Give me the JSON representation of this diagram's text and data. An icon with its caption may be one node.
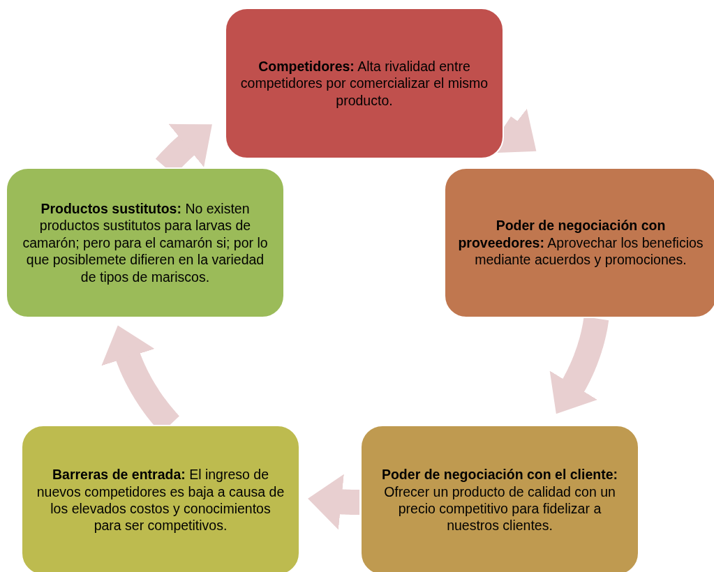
{
  "diagram": {
    "nodes": [
      {
        "text": [
          "**Competidores:** Alta rivalidad entre competidores por comercializar el mismo producto."
        ]
      },
      {
        "text": [
          "**Poder de negociación con proveedores:** Aprovechar los beneficios mediante acuerdos y promociones."
        ]
      },
      {
        "text": [
          "**Poder de negociación con el cliente:** Ofrecer un producto de calidad con un precio competitivo para fidelizar a nuestros clientes."
        ]
      },
      {
        "text": [
          "**Barreras de entrada:** El ingreso de nuevos competidores es baja a causa de los elevados costos y conocimientos  para ser competitivos."
        ]
      },
      {
        "text": [
          "**Productos sustitutos:** No existen productos sustitutos para larvas de camarón; pero para el camarón si; por lo que posiblemete difieren en la variedad de tipos de mariscos."
        ]
      }
    ],
    "edges": [
      {
        "from": 0,
        "to": 1,
        "arrow": "to"
      },
      {
        "from": 1,
        "to": 2,
        "arrow": "to"
      },
      {
        "from": 2,
        "to": 3,
        "arrow": "to"
      },
      {
        "from": 3,
        "to": 4,
        "arrow": "to"
      },
      {
        "from": 4,
        "to": 0,
        "arrow": "to"
      }
    ]
  }
}
